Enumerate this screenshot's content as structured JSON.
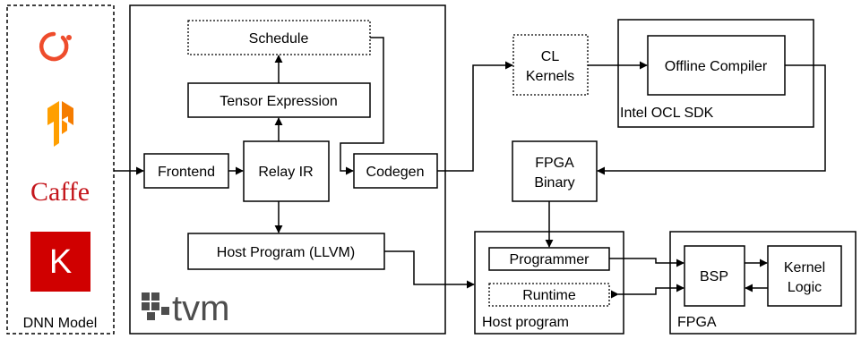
{
  "dnn_model": {
    "label": "DNN Model",
    "frameworks": [
      {
        "name": "pytorch",
        "icon": "pytorch-logo-icon",
        "color": "#EE4C2C"
      },
      {
        "name": "tensorflow",
        "icon": "tensorflow-logo-icon",
        "color": "#FF8F00"
      },
      {
        "name": "caffe",
        "text": "Caffe",
        "color": "#C4161C"
      },
      {
        "name": "keras",
        "text": "K",
        "color": "#D00000"
      }
    ]
  },
  "tvm": {
    "logo_text": "tvm",
    "logo_color": "#4D4D4D",
    "nodes": {
      "schedule": "Schedule",
      "tensor_expression": "Tensor Expression",
      "frontend": "Frontend",
      "relay_ir": "Relay IR",
      "codegen": "Codegen",
      "host_program_llvm": "Host Program (LLVM)"
    }
  },
  "cl_kernels": [
    "CL",
    "Kernels"
  ],
  "intel_sdk": {
    "label": "Intel OCL SDK",
    "offline_compiler": "Offline Compiler"
  },
  "fpga_binary": [
    "FPGA",
    "Binary"
  ],
  "host_program": {
    "label": "Host program",
    "programmer": "Programmer",
    "runtime": "Runtime"
  },
  "fpga": {
    "label": "FPGA",
    "bsp": "BSP",
    "kernel_logic": [
      "Kernel",
      "Logic"
    ]
  }
}
